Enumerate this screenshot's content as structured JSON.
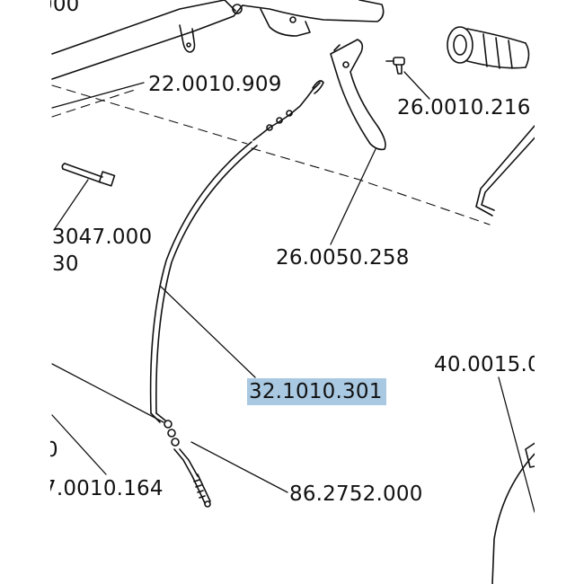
{
  "callouts": {
    "top_left_fragment": "000",
    "p22": "22.0010.909",
    "p26_216": "26.0010.216",
    "p3047_line1": "3047.000",
    "p3047_line2": "30",
    "p26_258": "26.0050.258",
    "p40": "40.0015.0",
    "p32": "32.1010.301",
    "left_fragment": "0",
    "p7": "7.0010.164",
    "p86": "86.2752.000"
  },
  "colors": {
    "line": "#111111",
    "highlight": "#a9c9e2"
  }
}
